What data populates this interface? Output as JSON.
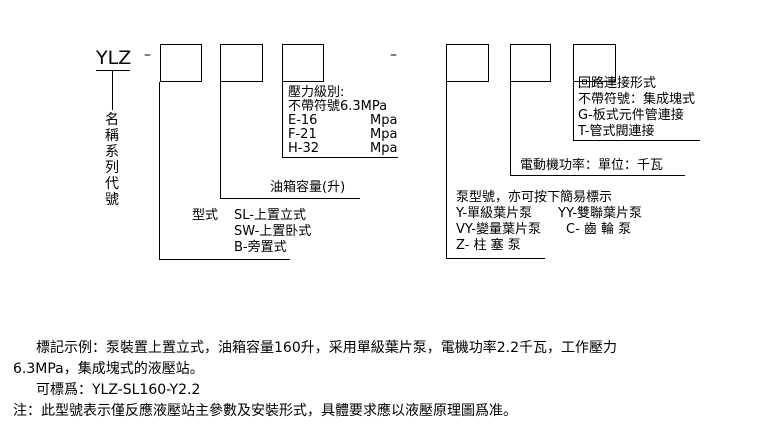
{
  "diagram": {
    "prefix": "YLZ",
    "dash1": "–",
    "dash2": "–",
    "name_label_vertical": [
      "名",
      "稱",
      "系",
      "列",
      "代",
      "號"
    ],
    "type": {
      "label": "型式",
      "options": [
        "SL-上置立式",
        "SW-上置卧式",
        "B-旁置式"
      ]
    },
    "tank": {
      "label": "油箱容量(升)"
    },
    "pressure": {
      "title": "壓力級別:",
      "no_symbol": "不帶符號6.3MPa",
      "grades": [
        {
          "code": "E-16",
          "unit": "Mpa"
        },
        {
          "code": "F-21",
          "unit": "Mpa"
        },
        {
          "code": "H-32",
          "unit": "Mpa"
        }
      ]
    },
    "circuit": {
      "title": "回路連接形式",
      "lines": [
        "不帶符號：集成塊式",
        "G-板式元件管連接",
        "T-管式閥連接"
      ]
    },
    "motor": {
      "label": "電動機功率：單位：千瓦"
    },
    "pump": {
      "title": "泵型號，亦可按下簡易標示",
      "rows": [
        [
          "Y-單級葉片泵",
          "YY-雙聯葉片泵"
        ],
        [
          "VY-變量葉片泵",
          "C- 齒  輪  泵"
        ],
        [
          "Z- 柱  塞  泵",
          ""
        ]
      ]
    }
  },
  "notes": {
    "example_line1": "標記示例：泵裝置上置立式，油箱容量160升，采用單級葉片泵，電機功率2.2千瓦，工作壓力",
    "example_line2": "6.3MPa，集成塊式的液壓站。",
    "mark_line": "可標爲：YLZ-SL160-Y2.2",
    "remark": "注：此型號表示僅反應液壓站主參數及安裝形式，具體要求應以液壓原理圖爲准。"
  }
}
